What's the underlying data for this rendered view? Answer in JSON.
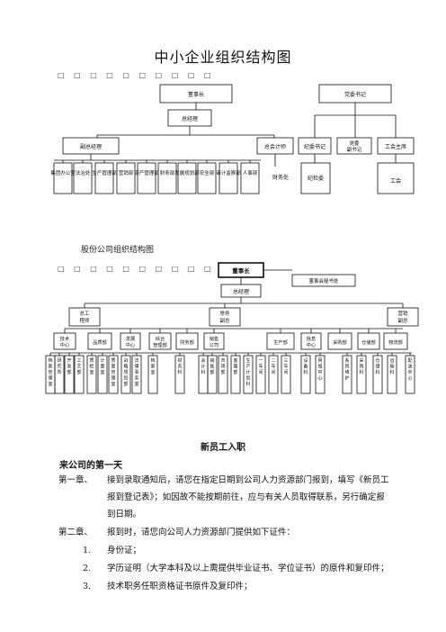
{
  "title": "中小企业组织结构图",
  "dots_line": "□ □ □ □ □ □ □ □ □ □",
  "chart1": {
    "top": [
      {
        "id": "dongshi",
        "label": "董事长"
      },
      {
        "id": "dangwei",
        "label": "党委书记"
      }
    ],
    "zongjingli": "总经理",
    "level2": [
      "副总经理",
      "总会计师"
    ],
    "right_level2": [
      "纪委书记",
      "党委副书记",
      "工会主席"
    ],
    "depts_left": [
      "集团办公室",
      "法治处",
      "生产管理部",
      "营销部",
      "资产管理部",
      "财务部",
      "发展规划部",
      "安全部",
      "审计监察部",
      "人事部"
    ],
    "dept_right_fin": "财务处",
    "dept_right_ji": "纪检委",
    "dept_right_gh": "工会"
  },
  "subtitle2": "股份公司组织结构图",
  "chart2": {
    "dongshi": "董事长",
    "mishu": "董事会秘书处",
    "zongjingli": "总经理",
    "fu": [
      "总工程师",
      "常务副总",
      "营销副总"
    ],
    "mid": [
      "技术中心",
      "品质部",
      "发展中心",
      "综合管理部",
      "财务部",
      "销售公司",
      "生产部",
      "信息中心",
      "采购部",
      "仓储部",
      "物流部"
    ],
    "leaves_text": [
      "档案管理室",
      "研究所",
      "开发部",
      "工艺部",
      "质检室",
      "计量室",
      "质量管理室",
      "战略规划部",
      "法律事务室",
      "档案室",
      "财务科",
      "会计科",
      "销售部",
      "市场部",
      "客服部",
      "生产计划科",
      "一车间",
      "二车间",
      "三车间",
      "设备科",
      "网络中心",
      "系统维护",
      "采购科",
      "仓储科",
      "运输科",
      "配送中心"
    ]
  },
  "section_title": "新员工入职",
  "first_day": "来公司的第一天",
  "chapters": [
    {
      "num": "第一章、",
      "lines": [
        "接到录取通知后，请您在指定日期到公司人力资源部门报到，填写《新员工",
        "报到登记表》；如因故不能按期前往，应与有关人员取得联系，另行确定报",
        "到日期。"
      ]
    },
    {
      "num": "第二章、",
      "lines": [
        "报到时，请您向公司人力资源部门提供如下证件："
      ]
    }
  ],
  "items": [
    {
      "num": "1.",
      "text": "身份证；"
    },
    {
      "num": "2.",
      "text": "学历证明（大学本科及以上需提供毕业证书、学位证书）的原件和复印件；"
    },
    {
      "num": "3.",
      "text": "技术职务任职资格证书原件及复印件；"
    }
  ]
}
